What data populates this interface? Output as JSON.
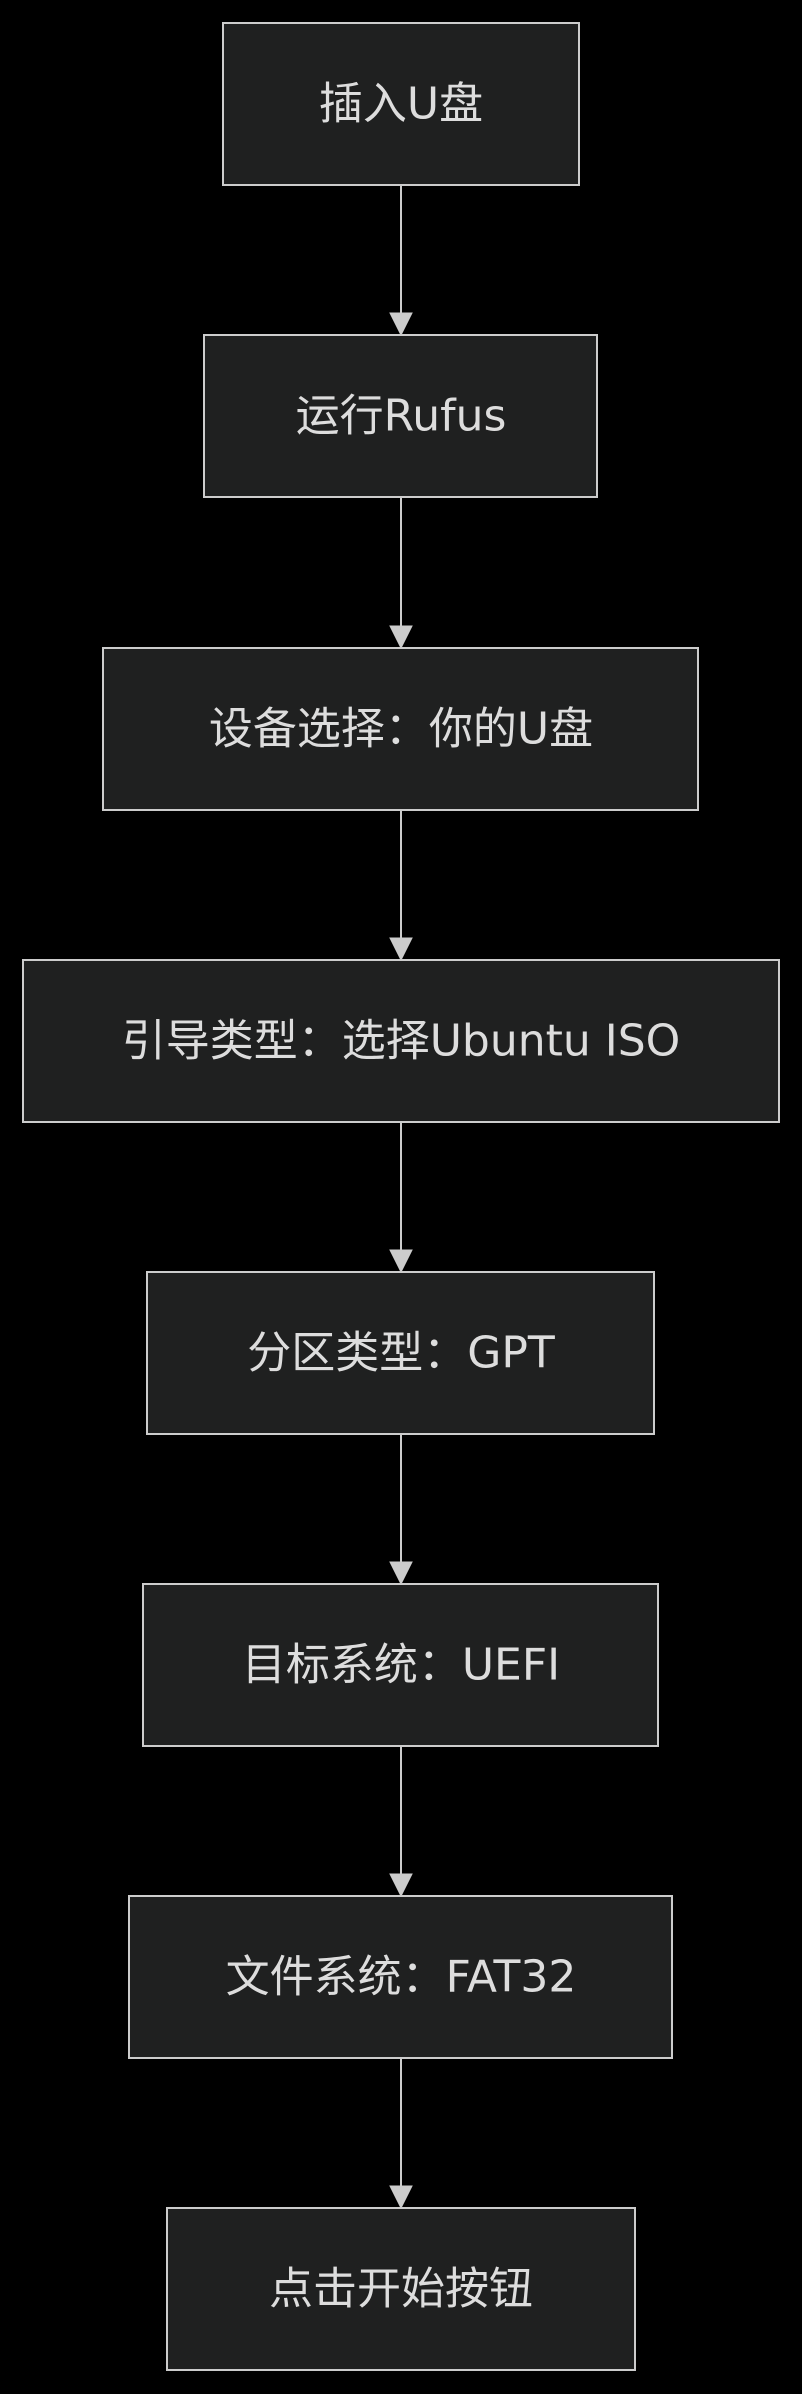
{
  "diagram": {
    "type": "flowchart",
    "direction": "top-to-bottom",
    "colors": {
      "background": "#000000",
      "node_fill": "#1f2020",
      "node_stroke": "#cccccc",
      "text": "#dddddd",
      "edge": "#cccccc"
    },
    "nodes": [
      {
        "id": "n1",
        "label": "插入U盘"
      },
      {
        "id": "n2",
        "label": "运行Rufus"
      },
      {
        "id": "n3",
        "label": "设备选择：你的U盘"
      },
      {
        "id": "n4",
        "label": "引导类型：选择Ubuntu ISO"
      },
      {
        "id": "n5",
        "label": "分区类型：GPT"
      },
      {
        "id": "n6",
        "label": "目标系统：UEFI"
      },
      {
        "id": "n7",
        "label": "文件系统：FAT32"
      },
      {
        "id": "n8",
        "label": "点击开始按钮"
      }
    ],
    "edges": [
      {
        "from": "n1",
        "to": "n2"
      },
      {
        "from": "n2",
        "to": "n3"
      },
      {
        "from": "n3",
        "to": "n4"
      },
      {
        "from": "n4",
        "to": "n5"
      },
      {
        "from": "n5",
        "to": "n6"
      },
      {
        "from": "n6",
        "to": "n7"
      },
      {
        "from": "n7",
        "to": "n8"
      }
    ]
  }
}
